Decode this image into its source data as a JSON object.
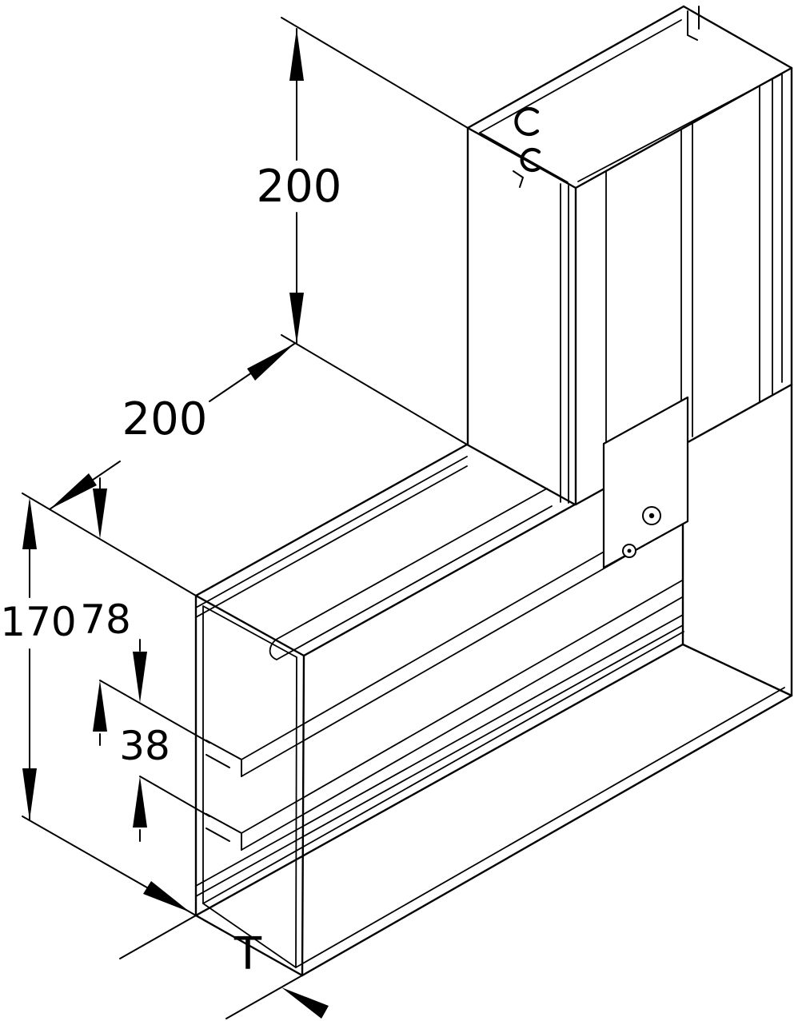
{
  "figure": {
    "type": "technical-drawing",
    "description": "Isometric dimensional line drawing of a cable trunking vertical elbow (duct corner piece) with open front showing two compartment rails",
    "background_color": "#ffffff",
    "line_color": "#000000"
  },
  "dimensions": {
    "vertical_length": {
      "label": "200"
    },
    "horizontal_length": {
      "label": "200"
    },
    "height": {
      "label": "170"
    },
    "upper_compartment": {
      "label": "78"
    },
    "lower_compartment": {
      "label": "38"
    },
    "depth": {
      "label": "T"
    }
  }
}
